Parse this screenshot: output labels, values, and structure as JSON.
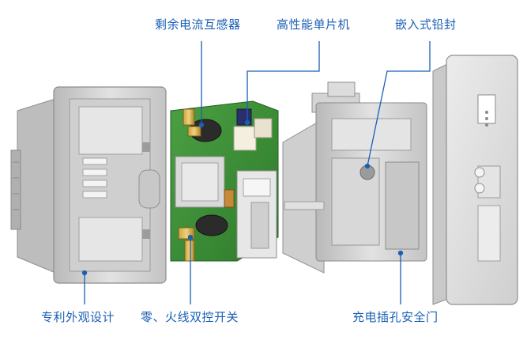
{
  "labels": {
    "current_transformer": "剩余电流互感器",
    "mcu": "高性能单片机",
    "lead_seal": "嵌入式铅封",
    "design": "专利外观设计",
    "switch": "零、火线双控开关",
    "safety_door": "充电插孔安全门"
  },
  "colors": {
    "label": "#1a5fb4",
    "leader": "#1a5fb4",
    "pcb": "#3f8f38",
    "housing": "#d8d8d8"
  }
}
